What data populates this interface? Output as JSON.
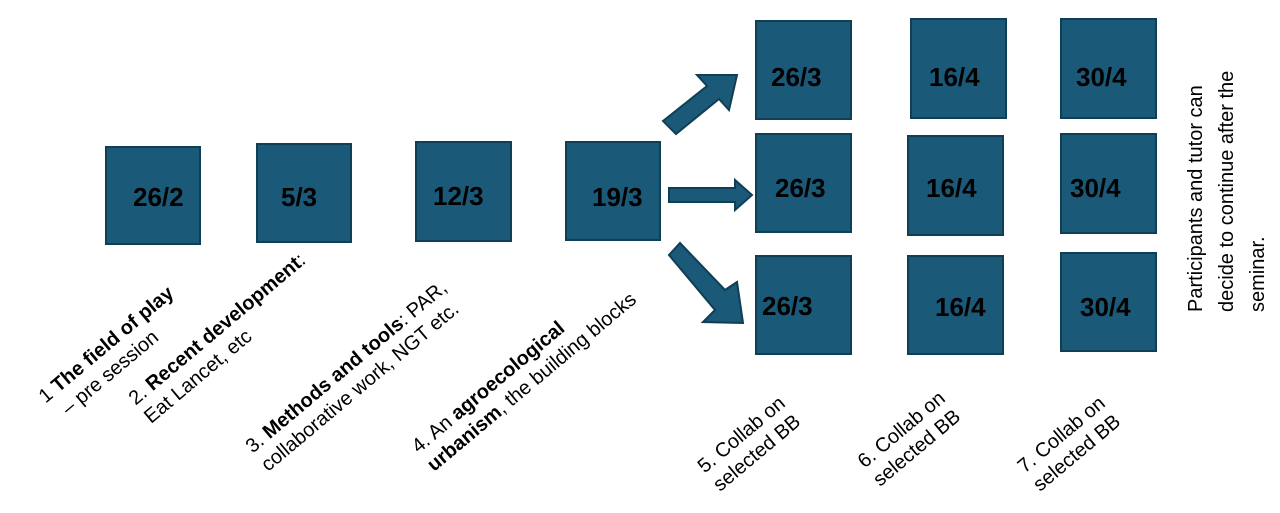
{
  "colors": {
    "box_fill": "#1a5978",
    "box_border": "#0f3e55",
    "text": "#000000"
  },
  "sessions": [
    {
      "date": "26/2"
    },
    {
      "date": "5/3"
    },
    {
      "date": "12/3"
    },
    {
      "date": "19/3"
    }
  ],
  "grid": {
    "row_top": [
      "26/3",
      "16/4",
      "30/4"
    ],
    "row_middle": [
      "26/3",
      "16/4",
      "30/4"
    ],
    "row_bottom": [
      "26/3",
      "16/4",
      "30/4"
    ]
  },
  "labels": {
    "s1": {
      "prefix": "1 ",
      "bold": "The field of play",
      "line2": "– pre session"
    },
    "s2": {
      "prefix": "2. ",
      "bold": "Recent development",
      "suffix": ":",
      "line2": "Eat Lancet, etc"
    },
    "s3": {
      "prefix": "3. ",
      "bold": "Methods and tools",
      "suffix": ": PAR,",
      "line2": "collaborative work, NGT etc."
    },
    "s4": {
      "prefix": "4. An ",
      "bold1": "agroecological",
      "bold2": "urbanism",
      "suffix": ",  the building blocks"
    },
    "s5": {
      "line1": "5. Collab on",
      "line2": "selected BB"
    },
    "s6": {
      "line1": "6. Collab on",
      "line2": "selected BB"
    },
    "s7": {
      "line1": "7. Collab on",
      "line2": "selected BB"
    }
  },
  "note": {
    "line1": "Participants and tutor can",
    "line2": "decide to continue after the",
    "line3": "seminar."
  }
}
